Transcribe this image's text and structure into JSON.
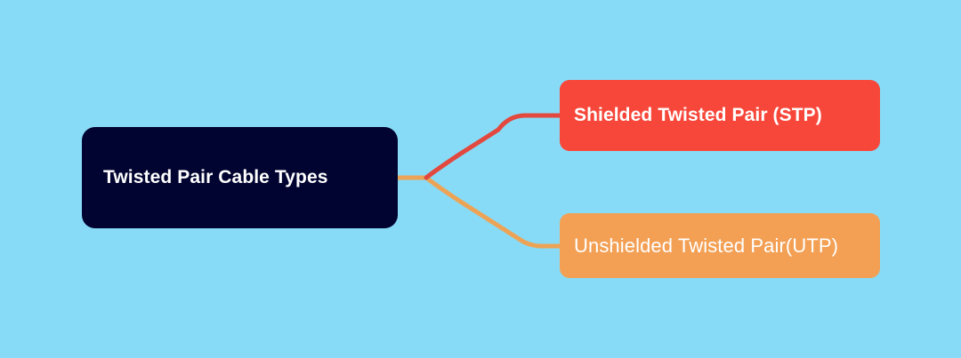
{
  "diagram": {
    "type": "mind-map",
    "background_color": "#88dbf7",
    "root": {
      "label": "Twisted Pair Cable Types",
      "fill_color": "#010430",
      "text_color": "#ffffff"
    },
    "branches": [
      {
        "id": "stp",
        "label": "Shielded Twisted Pair (STP)",
        "fill_color": "#f7473a",
        "text_color": "#ffffff",
        "connector_color": "#e2483d"
      },
      {
        "id": "utp",
        "label": "Unshielded Twisted Pair(UTP)",
        "fill_color": "#f3a055",
        "text_color": "#ffffff",
        "connector_color": "#eda355"
      }
    ]
  }
}
